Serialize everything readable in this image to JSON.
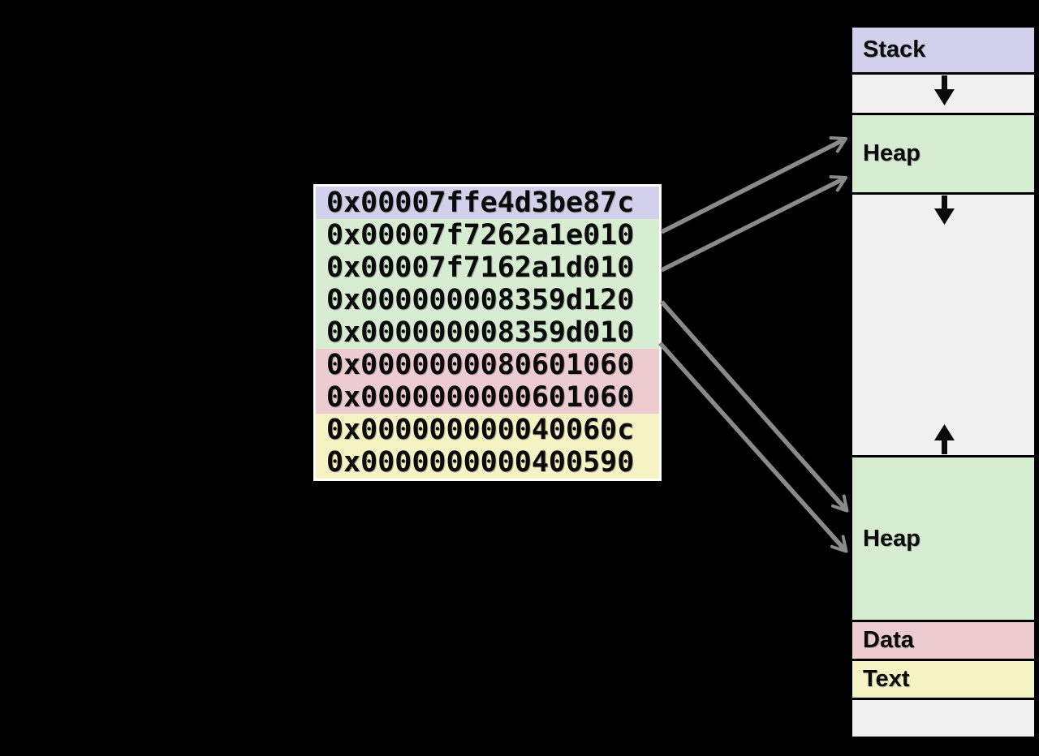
{
  "palette": {
    "background": "#000000",
    "stack": "#d3d0ec",
    "heap": "#d7edd2",
    "data_seg": "#edccd1",
    "text_seg": "#f5f2c4",
    "unmapped": "#f0f0f1",
    "connector": "#8a8a8a",
    "ink": "#0a0a0a",
    "table_border": "#ffffff"
  },
  "address_table": {
    "rows": [
      {
        "value": "0x00007ffe4d3be87c",
        "region": "stack",
        "bg": "#d3d0ec"
      },
      {
        "value": "0x00007f7262a1e010",
        "region": "heap",
        "bg": "#d7edd2"
      },
      {
        "value": "0x00007f7162a1d010",
        "region": "heap",
        "bg": "#d7edd2"
      },
      {
        "value": "0x000000008359d120",
        "region": "heap",
        "bg": "#d7edd2"
      },
      {
        "value": "0x000000008359d010",
        "region": "heap",
        "bg": "#d7edd2"
      },
      {
        "value": "0x0000000080601060",
        "region": "data",
        "bg": "#edccd1"
      },
      {
        "value": "0x0000000000601060",
        "region": "data",
        "bg": "#edccd1"
      },
      {
        "value": "0x000000000040060c",
        "region": "text",
        "bg": "#f5f2c4"
      },
      {
        "value": "0x0000000000400590",
        "region": "text",
        "bg": "#f5f2c4"
      }
    ]
  },
  "memory_map": {
    "sections": [
      {
        "label": "Stack",
        "bg": "#d3d0ec",
        "growth_icon": ""
      },
      {
        "label": "",
        "bg": "#f0f0f1",
        "growth_icon": "down-arrow"
      },
      {
        "label": "Heap",
        "bg": "#d7edd2",
        "growth_icon": ""
      },
      {
        "label": "",
        "bg": "#f0f0f1",
        "growth_icon": "down-arrow-and-up-arrow"
      },
      {
        "label": "Heap",
        "bg": "#d7edd2",
        "growth_icon": ""
      },
      {
        "label": "Data",
        "bg": "#edccd1",
        "growth_icon": ""
      },
      {
        "label": "Text",
        "bg": "#f5f2c4",
        "growth_icon": ""
      },
      {
        "label": "",
        "bg": "#f0f0f1",
        "growth_icon": ""
      }
    ]
  },
  "connections": [
    {
      "from_row": "0x00007f7262a1e010",
      "to_section": "upper-heap"
    },
    {
      "from_row": "0x00007f7162a1d010",
      "to_section": "upper-heap"
    },
    {
      "from_row": "0x000000008359d120",
      "to_section": "lower-heap"
    },
    {
      "from_row": "0x000000008359d010",
      "to_section": "lower-heap"
    }
  ]
}
